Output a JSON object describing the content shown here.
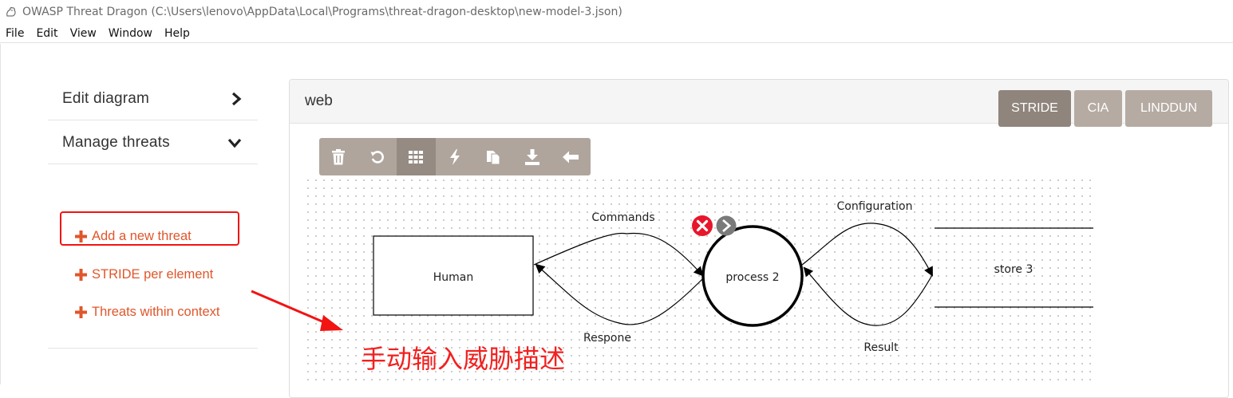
{
  "window": {
    "title": "OWASP Threat Dragon (C:\\Users\\lenovo\\AppData\\Local\\Programs\\threat-dragon-desktop\\new-model-3.json)"
  },
  "menu": [
    "File",
    "Edit",
    "View",
    "Window",
    "Help"
  ],
  "sidebar": {
    "edit_diagram": "Edit diagram",
    "manage_threats": "Manage threats",
    "actions": {
      "add": "Add a new threat",
      "stride": "STRIDE per element",
      "context": "Threats within context"
    }
  },
  "diagram": {
    "title": "web",
    "models": {
      "stride": "STRIDE",
      "cia": "CIA",
      "linddun": "LINDDUN"
    },
    "selected_model": "STRIDE",
    "toolbar": [
      "trash-icon",
      "undo-icon",
      "grid-icon",
      "lightning-icon",
      "copy-icon",
      "download-icon",
      "back-arrow-icon"
    ],
    "elements": {
      "actor": "Human",
      "process": "process 2",
      "store": "store 3"
    },
    "flows": {
      "commands": "Commands",
      "respone": "Respone",
      "configuration": "Configuration",
      "result": "Result"
    }
  },
  "annotation": {
    "text": "手动输入威胁描述",
    "color": "#f2201f"
  },
  "colors": {
    "accent": "#e0562a",
    "toolbar": "#afa59d",
    "selected_model": "#8f857d",
    "highlight": "#f21313"
  }
}
